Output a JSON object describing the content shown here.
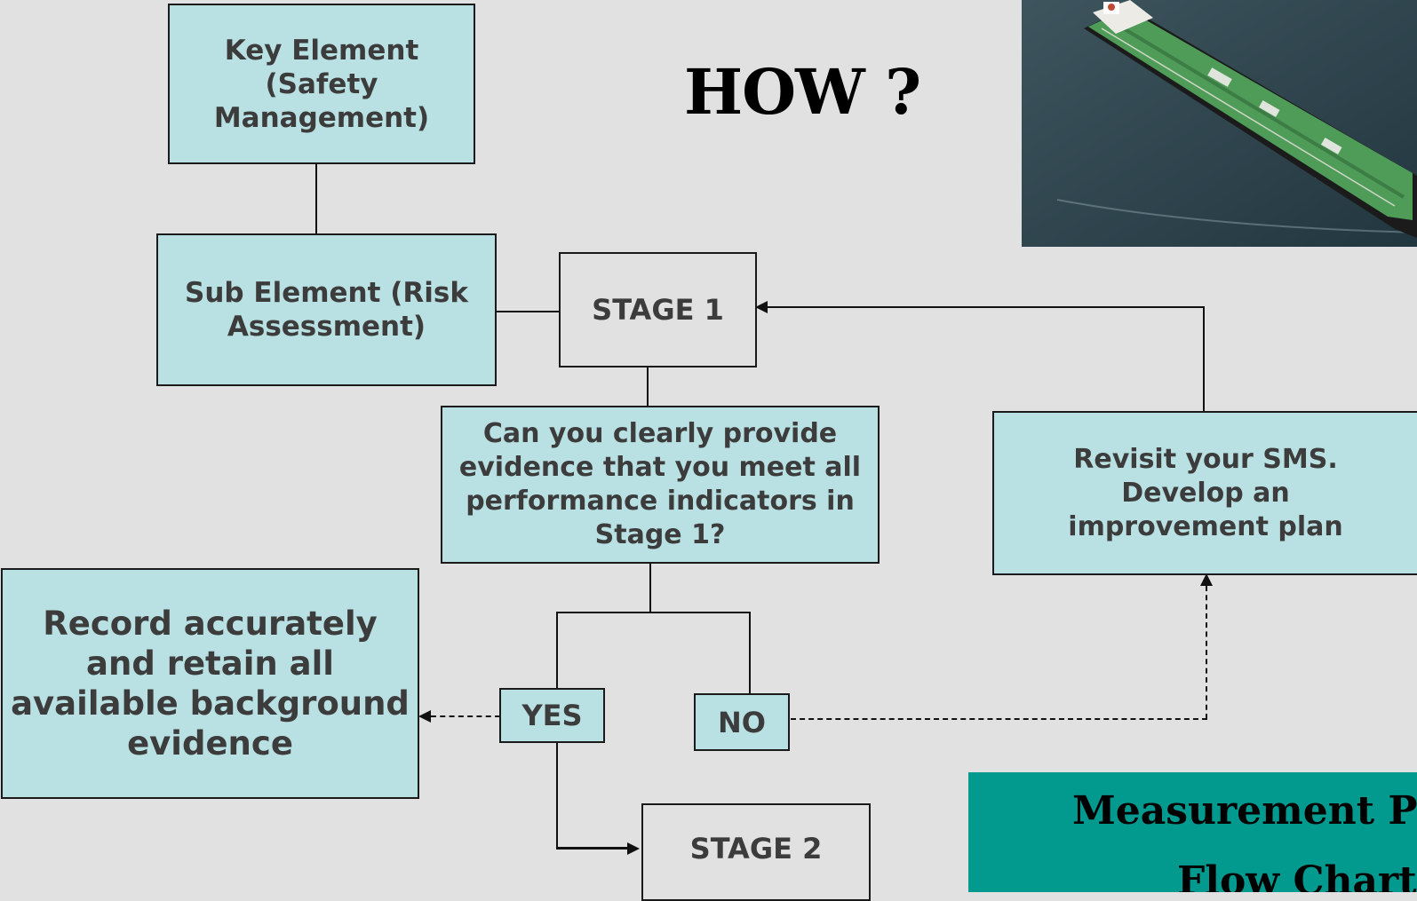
{
  "heading": "HOW ?",
  "key_element": "Key Element (Safety Management)",
  "sub_element": "Sub Element (Risk Assessment)",
  "stage1": "STAGE 1",
  "question": "Can you clearly provide evidence that you meet all performance indicators in Stage 1?",
  "revisit": "Revisit your SMS. Develop an improvement plan",
  "record": "Record accurately and retain all available background evidence",
  "yes": "YES",
  "no": "NO",
  "stage2": "STAGE 2",
  "banner": {
    "title": "Measurement Pro",
    "subtitle": "Flow Chart"
  },
  "colors": {
    "box_fill": "#b9e0e2",
    "banner": "#02998f",
    "background": "#e1e1e1",
    "hull": "#4f9b58"
  }
}
